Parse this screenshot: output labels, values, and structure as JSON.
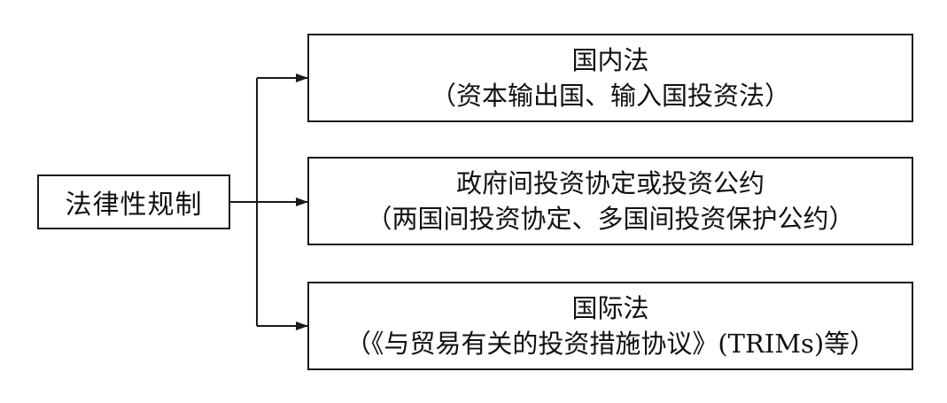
{
  "source": {
    "label": "法律性规制"
  },
  "targets": [
    {
      "title": "国内法",
      "subtitle": "（资本输出国、输入国投资法）"
    },
    {
      "title": "政府间投资协定或投资公约",
      "subtitle": "（两国间投资协定、多国间投资保护公约）"
    },
    {
      "title": "国际法",
      "subtitle": "（《与贸易有关的投资措施协议》(TRIMs)等）"
    }
  ],
  "colors": {
    "line": "#1a1a1a",
    "text": "#111111",
    "background": "#ffffff"
  }
}
